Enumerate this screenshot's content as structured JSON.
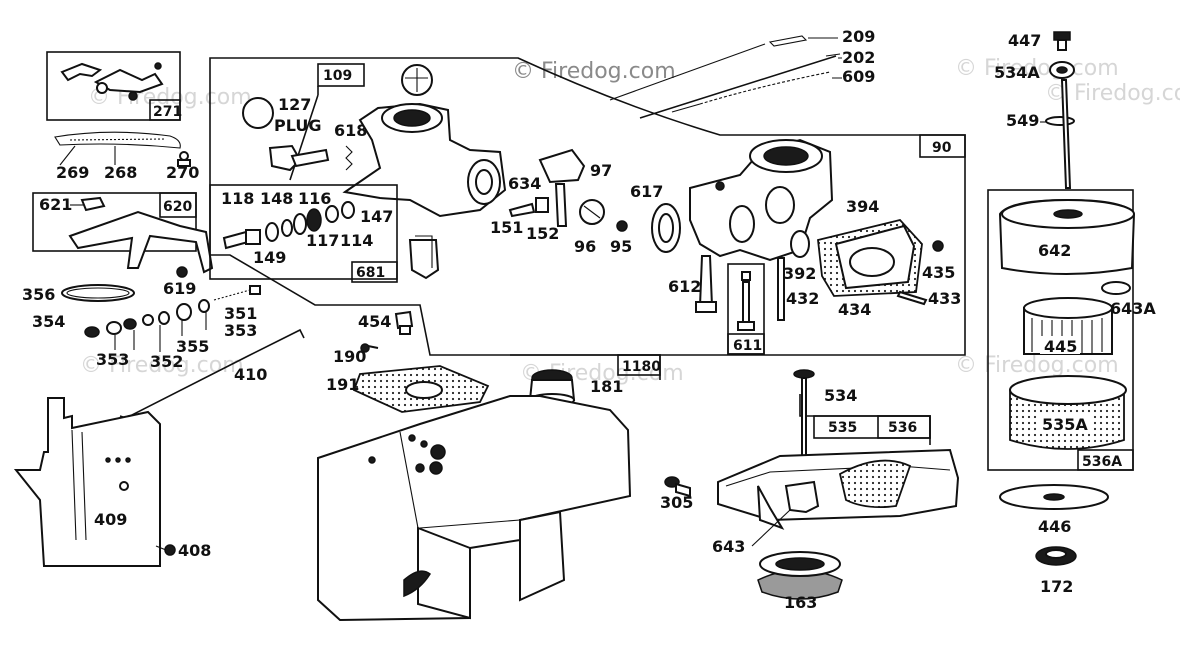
{
  "watermark": {
    "main": "© Firedog.com",
    "faint_1": "© Firedog.com",
    "faint_2": "© Firedog.com",
    "faint_3": "© Firedog.com",
    "faint_4": "© Firedog.com",
    "faint_5": "© Firedog.com",
    "faint_6": "© Firedog.com"
  },
  "boxes": {
    "b271": "271",
    "b620": "620",
    "b109": "109",
    "b681": "681",
    "b90": "90",
    "b611": "611",
    "b1180": "1180",
    "b536": "536",
    "b536a": "536A"
  },
  "parts": {
    "p209": "209",
    "p202": "202",
    "p609": "609",
    "p447": "447",
    "p534a": "534A",
    "p549": "549",
    "p269": "269",
    "p268": "268",
    "p270": "270",
    "p127": "127",
    "plug": "PLUG",
    "p618": "618",
    "p621": "621",
    "p118": "118",
    "p148": "148",
    "p116": "116",
    "p147": "147",
    "p114": "114",
    "p117": "117",
    "p149": "149",
    "p634": "634",
    "p97": "97",
    "p151": "151",
    "p152": "152",
    "p96": "96",
    "p95": "95",
    "p617": "617",
    "p394": "394",
    "p392": "392",
    "p435": "435",
    "p612": "612",
    "p432": "432",
    "p434": "434",
    "p433": "433",
    "p642": "642",
    "p643a": "643A",
    "p445": "445",
    "p535a": "535A",
    "p356": "356",
    "p619": "619",
    "p351": "351",
    "p353a": "353",
    "p354": "354",
    "p355": "355",
    "p352": "352",
    "p353b": "353",
    "p454": "454",
    "p190": "190",
    "p191": "191",
    "p410": "410",
    "p181": "181",
    "p534": "534",
    "p535": "535",
    "p305": "305",
    "p409": "409",
    "p408": "408",
    "p643": "643",
    "p163": "163",
    "p446": "446",
    "p172": "172"
  }
}
